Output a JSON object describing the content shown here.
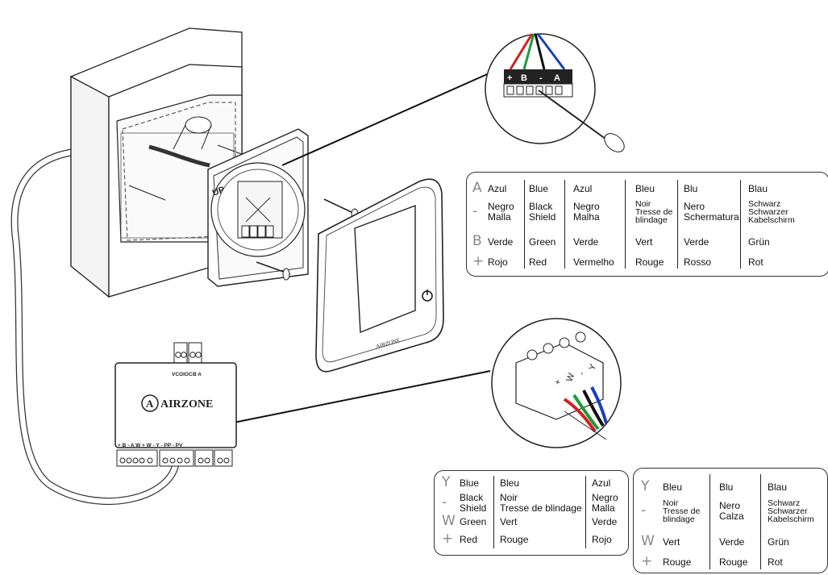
{
  "device": {
    "brand": "AIRZONE",
    "term_top_left": "VCOIOC",
    "term_top_right": "B A",
    "bottom_labels": [
      "+",
      "B",
      "-",
      "A",
      "W",
      "+",
      "W",
      "-",
      "Y",
      "-",
      "PP",
      "-",
      "PV"
    ]
  },
  "thermostat": {
    "brand": "AIRZONE",
    "label": "UP"
  },
  "zoom_top": {
    "labels": [
      "+",
      "B",
      "-",
      "A"
    ]
  },
  "zoom_mid": {
    "labels": [
      "+",
      "W",
      "-",
      "Y"
    ]
  },
  "legend_ab": {
    "rows": [
      {
        "symbol": "A",
        "cells": [
          "Azul",
          "Blue",
          "Azul",
          "Bleu",
          "Blu",
          "Blau"
        ]
      },
      {
        "symbol": "-",
        "cells": [
          "Negro\nMalla",
          "Black\nShield",
          "Negro\nMalha",
          "Noir\nTresse de\nblindage",
          "Nero\nSchermatura",
          "Schwarz\nSchwarzer\nKabelschirm"
        ]
      },
      {
        "symbol": "B",
        "cells": [
          "Verde",
          "Green",
          "Verde",
          "Vert",
          "Verde",
          "Grün"
        ]
      },
      {
        "symbol": "+",
        "cells": [
          "Rojo",
          "Red",
          "Vermelho",
          "Rouge",
          "Rosso",
          "Rot"
        ]
      }
    ]
  },
  "legend_wy_1": {
    "rows": [
      {
        "symbol": "Y",
        "cells": [
          "Blue",
          "Bleu",
          "Azul"
        ]
      },
      {
        "symbol": "-",
        "cells": [
          "Black\nShield",
          "Noir\nTresse de blindage",
          "Negro\nMalla"
        ]
      },
      {
        "symbol": "W",
        "cells": [
          "Green",
          "Vert",
          "Verde"
        ]
      },
      {
        "symbol": "+",
        "cells": [
          "Red",
          "Rouge",
          "Rojo"
        ]
      }
    ]
  },
  "legend_wy_2": {
    "rows": [
      {
        "symbol": "Y",
        "cells": [
          "Bleu",
          "Blu",
          "Blau"
        ]
      },
      {
        "symbol": "-",
        "cells": [
          "Noir\nTresse de\nblindage",
          "Nero\nCalza",
          "Schwarz\nSchwarzer\nKabelschirm"
        ]
      },
      {
        "symbol": "W",
        "cells": [
          "Vert",
          "Verde",
          "Grün"
        ]
      },
      {
        "symbol": "+",
        "cells": [
          "Rouge",
          "Rouge",
          "Rot"
        ]
      }
    ]
  },
  "colors": {
    "red": "#d42020",
    "green": "#1e9a3a",
    "blue": "#1a3fbf",
    "black": "#111111",
    "gray": "#b8b8b8"
  }
}
